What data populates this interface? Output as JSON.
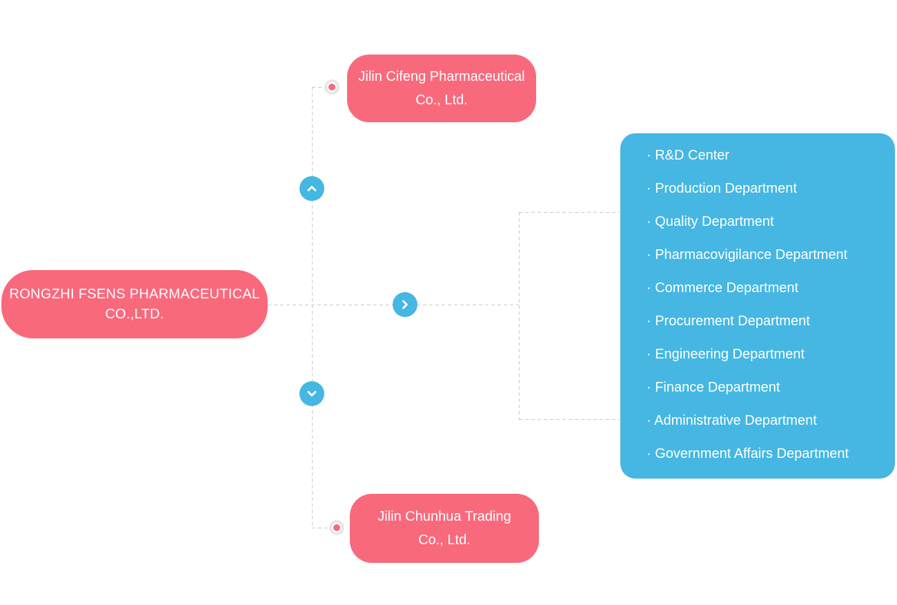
{
  "colors": {
    "company_box": "#F9697C",
    "department_panel": "#45B7E2",
    "connector_dash": "#C9C9C9",
    "node_ring": "#E7E7E7",
    "text": "#FFFFFF"
  },
  "root_company": {
    "name_line1": "RONGZHI FSENS PHARMACEUTICAL",
    "name_line2": "CO.,LTD."
  },
  "subsidiaries": {
    "top": {
      "name_line1": "Jilin Cifeng Pharmaceutical",
      "name_line2": "Co., Ltd."
    },
    "bottom": {
      "name_line1": "Jilin Chunhua Trading",
      "name_line2": "Co., Ltd."
    }
  },
  "departments": {
    "bullet": "·",
    "items": [
      "R&D Center",
      "Production Department",
      "Quality Department",
      "Pharmacovigilance Department",
      "Commerce Department",
      "Procurement Department",
      "Engineering Department",
      "Finance Department",
      "Administrative Department",
      "Government Affairs Department"
    ]
  },
  "controls": {
    "expand_up_icon": "chevron-up",
    "expand_right_icon": "chevron-right",
    "expand_down_icon": "chevron-down"
  }
}
